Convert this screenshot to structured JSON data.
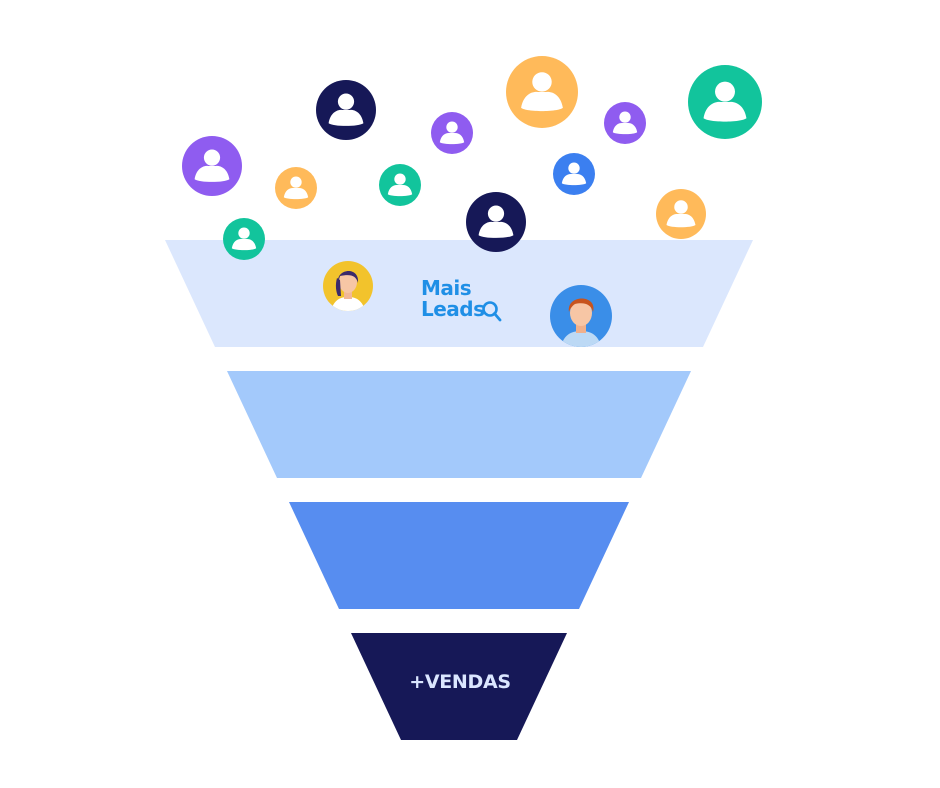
{
  "brand": {
    "line1": "Mais",
    "line2": "Leads",
    "color": "#1f8fe6"
  },
  "funnel": {
    "stages": [
      {
        "level": 1,
        "color": "#dbe7fd"
      },
      {
        "level": 2,
        "color": "#a3c9fb"
      },
      {
        "level": 3,
        "color": "#578df0"
      },
      {
        "level": 4,
        "color": "#161857",
        "label": "+VENDAS"
      }
    ]
  },
  "leads": {
    "icon": "user-circle-icon",
    "colors": [
      "#161857",
      "#ffba5a",
      "#8f5cf0",
      "#12c49c",
      "#3b7ff0"
    ]
  },
  "avatars": [
    {
      "icon": "woman-avatar-icon",
      "bg": "#f2c32c"
    },
    {
      "icon": "man-avatar-icon",
      "bg": "#3a8ee8"
    }
  ]
}
